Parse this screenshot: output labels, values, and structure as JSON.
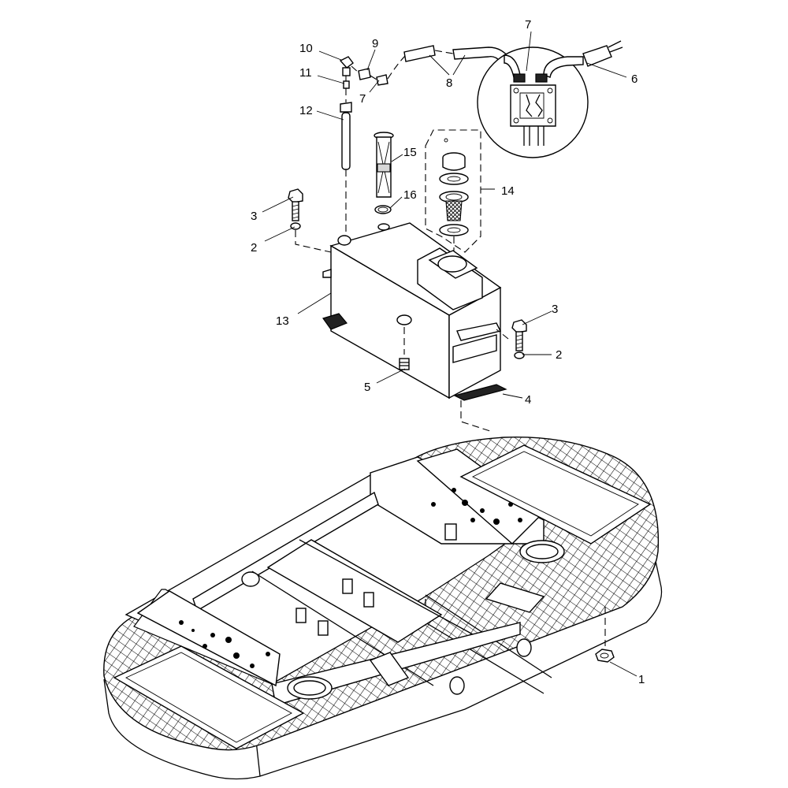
{
  "callouts": {
    "c1": "1",
    "c2a": "2",
    "c2b": "2",
    "c3a": "3",
    "c3b": "3",
    "c4": "4",
    "c5": "5",
    "c6": "6",
    "c7a": "7",
    "c7b": "7",
    "c8": "8",
    "c9": "9",
    "c10": "10",
    "c11": "11",
    "c12": "12",
    "c13": "13",
    "c14": "14",
    "c15": "15",
    "c16": "16"
  }
}
